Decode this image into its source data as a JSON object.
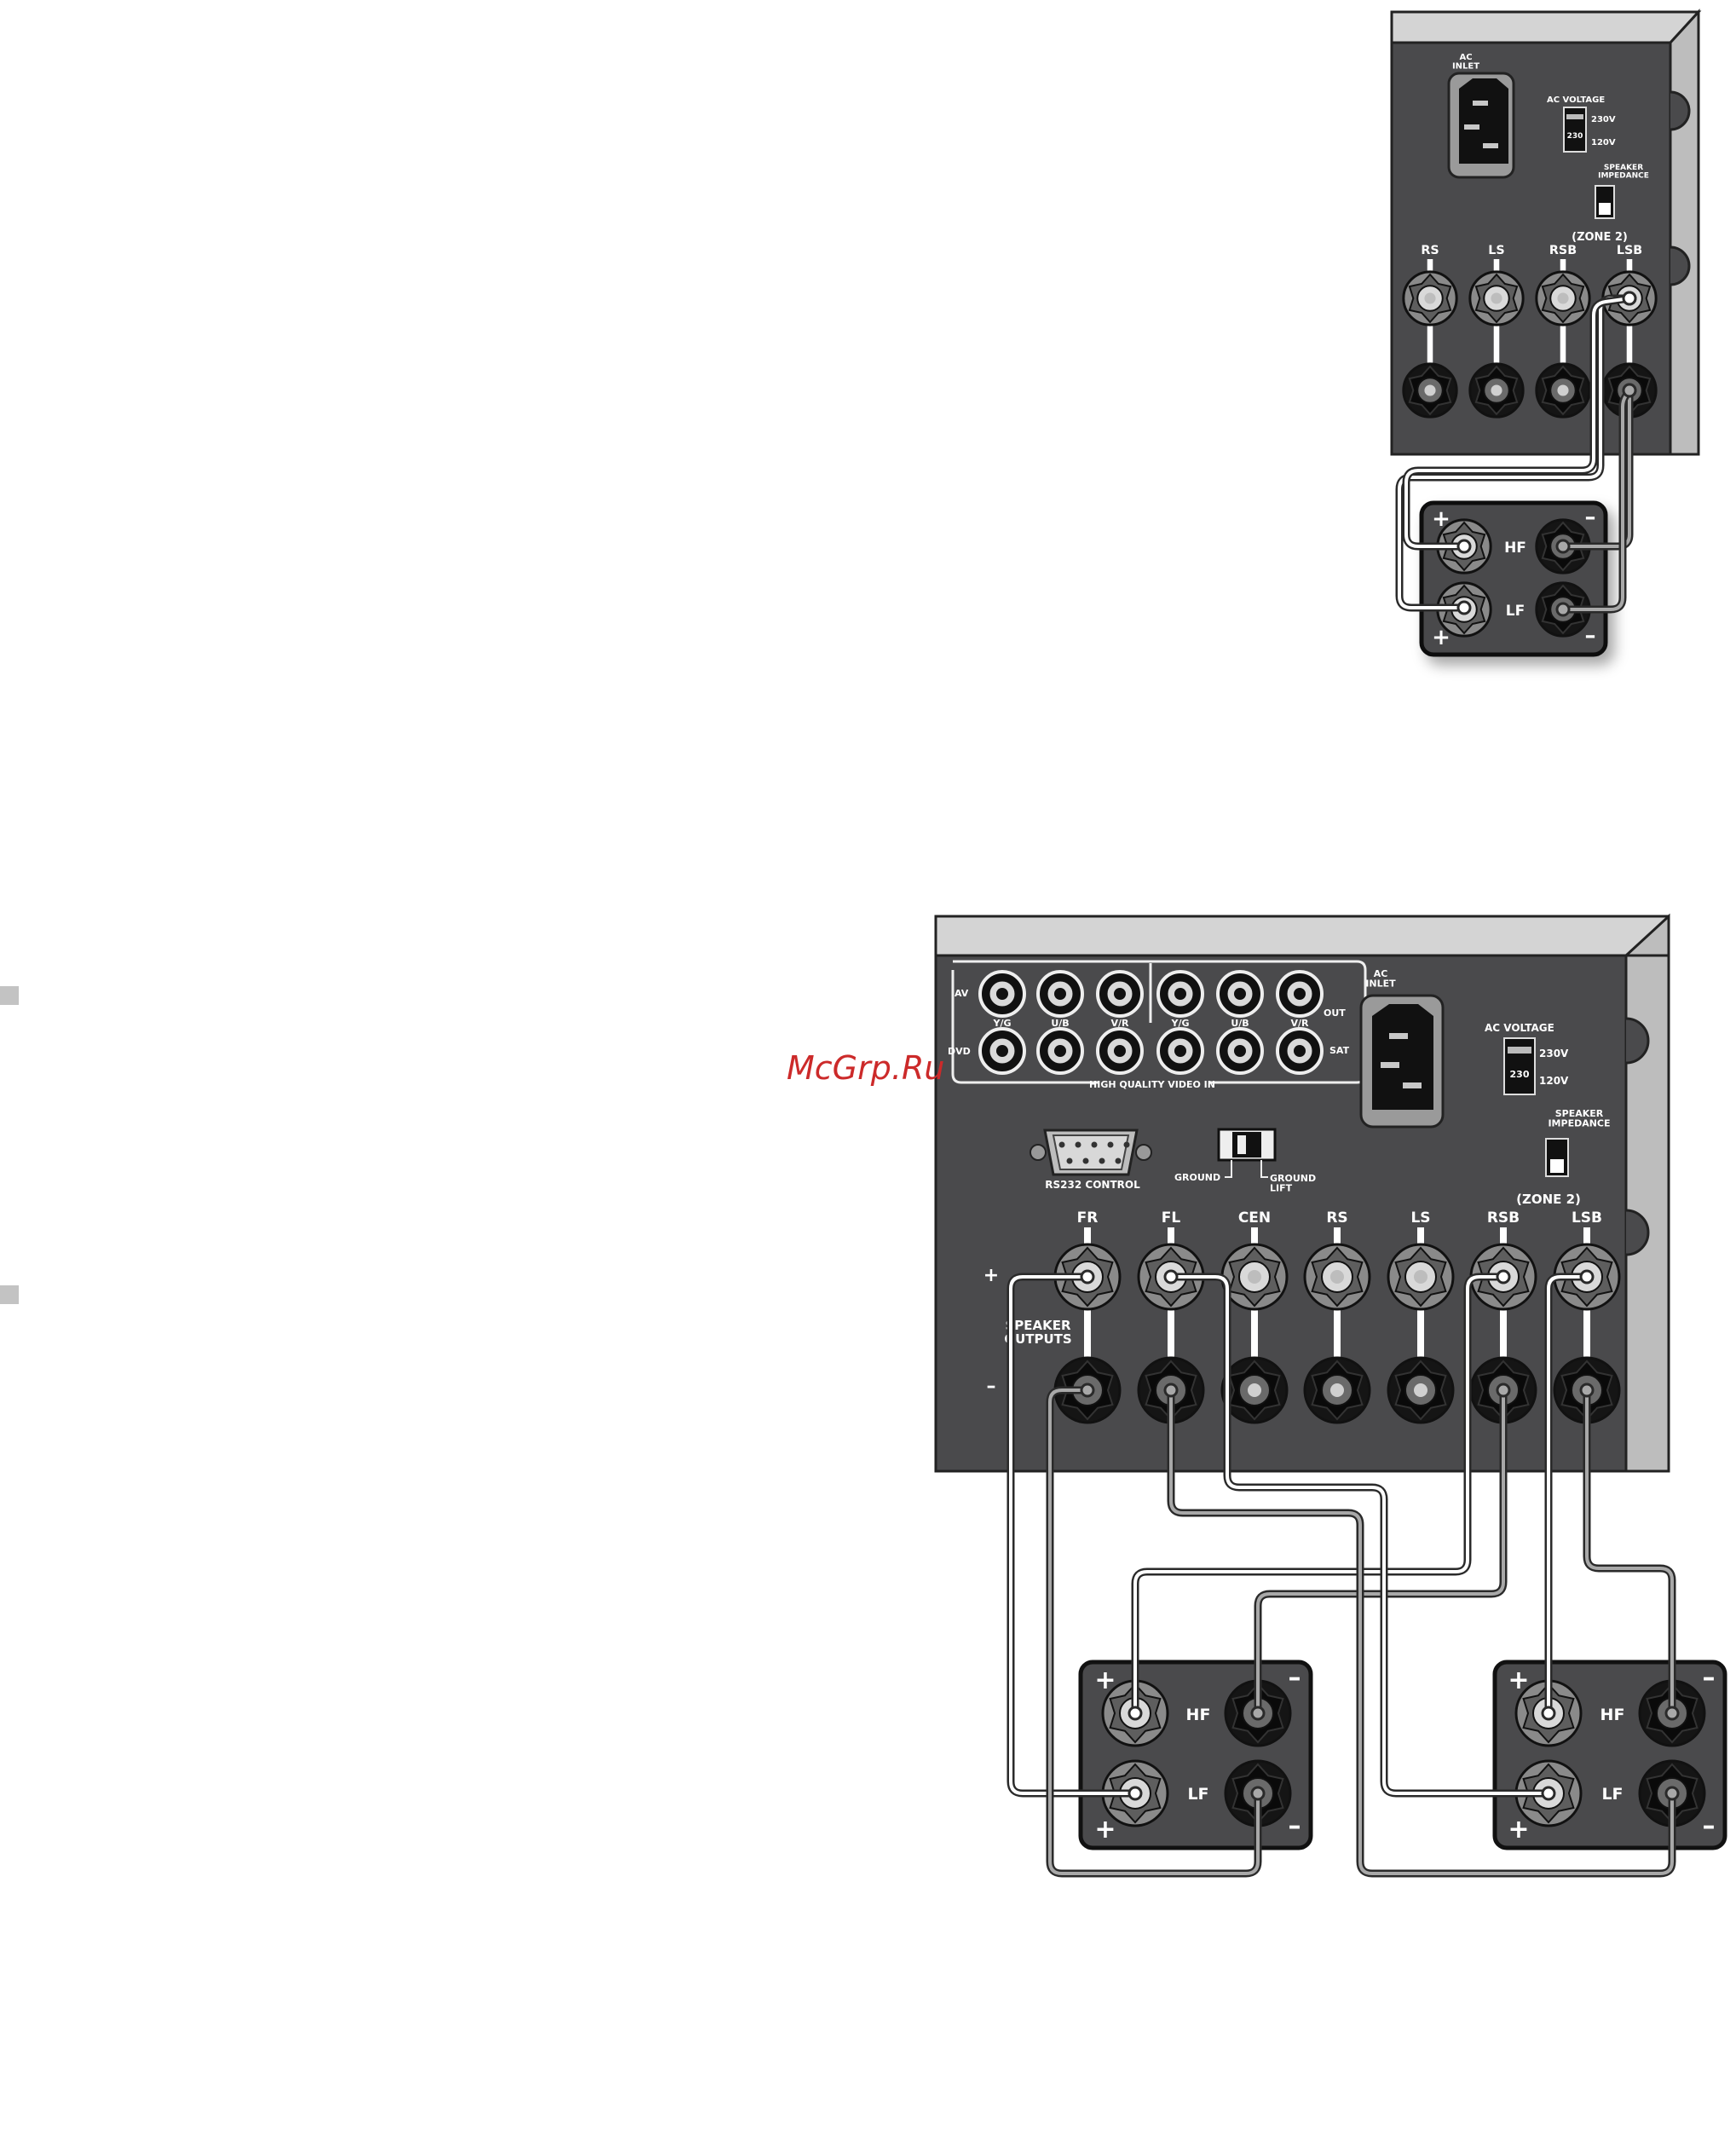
{
  "watermark": "McGrp.Ru",
  "colors": {
    "panel": "#4a4a4c",
    "panel_top": "#d4d4d4",
    "panel_side": "#bdbdbd",
    "binding_post_outer": "#6d6d6d",
    "binding_post_black": "#1a1a1a",
    "label": "#ffffff",
    "watermark": "#cc2a2a",
    "wire_outline": "#2a2a2a",
    "wire_fill": "#ffffff"
  },
  "icons": {
    "ac_inlet": "iec-c14-inlet-icon",
    "rs232": "db9-connector-icon",
    "rca": "rca-jack-icon",
    "binding_post": "binding-post-icon"
  },
  "top_panel": {
    "ac_inlet_label": "AC\nINLET",
    "ac_voltage_label": "AC VOLTAGE",
    "voltage_230": "230V",
    "voltage_120": "120V",
    "switch_value": "230",
    "speaker_impedance_label": "SPEAKER\nIMPEDANCE",
    "zone_label": "(ZONE 2)",
    "channels": [
      "RS",
      "LS",
      "RSB",
      "LSB"
    ]
  },
  "top_speaker": {
    "hf_label": "HF",
    "lf_label": "LF",
    "plus": "+",
    "minus": "–"
  },
  "main_panel": {
    "video_inputs": {
      "row1_label": "AV",
      "row2_label": "DVD",
      "group_label": "HIGH QUALITY VIDEO IN",
      "sub_labels": [
        "Y/G",
        "U/B",
        "V/R",
        "Y/G",
        "U/B",
        "V/R"
      ],
      "out_label": "OUT",
      "sat_label": "SAT"
    },
    "ac_inlet_label": "AC\nINLET",
    "ac_voltage_label": "AC VOLTAGE",
    "voltage_230": "230V",
    "voltage_120": "120V",
    "switch_value": "230",
    "speaker_impedance_label": "SPEAKER\nIMPEDANCE",
    "rs232_label": "RS232 CONTROL",
    "ground_label": "GROUND",
    "ground_lift_label": "GROUND\nLIFT",
    "zone_label": "(ZONE 2)",
    "channels": [
      "FR",
      "FL",
      "CEN",
      "RS",
      "LS",
      "RSB",
      "LSB"
    ],
    "plus": "+",
    "minus": "–",
    "speaker_outputs_label": "SPEAKER\nOUTPUTS"
  },
  "bottom_speakers": [
    {
      "hf_label": "HF",
      "lf_label": "LF",
      "plus": "+",
      "minus": "–"
    },
    {
      "hf_label": "HF",
      "lf_label": "LF",
      "plus": "+",
      "minus": "–"
    }
  ]
}
